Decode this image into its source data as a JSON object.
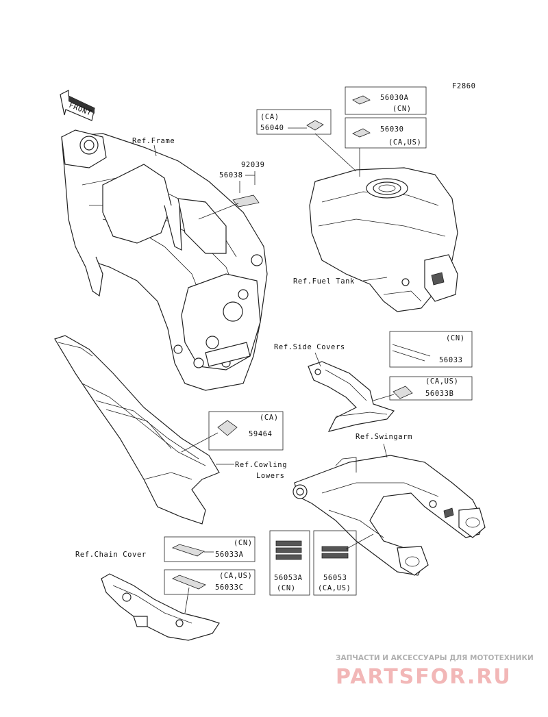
{
  "figure_code": "F2860",
  "front_arrow": "FRONT",
  "refs": {
    "frame": "Ref.Frame",
    "fuel_tank": "Ref.Fuel Tank",
    "side_covers": "Ref.Side Covers",
    "cowling_1": "Ref.Cowling",
    "cowling_2": "Lowers",
    "swingarm": "Ref.Swingarm",
    "chain_cover": "Ref.Chain Cover"
  },
  "parts": {
    "p92039": "92039",
    "p56038": "56038",
    "p56030A": "56030A",
    "p56030A_region": "(CN)",
    "p56040_region": "(CA)",
    "p56040": "56040",
    "p56030": "56030",
    "p56030_region": "(CA,US)",
    "p56033_region": "(CN)",
    "p56033": "56033",
    "p56033B_region": "(CA,US)",
    "p56033B": "56033B",
    "p59464_region": "(CA)",
    "p59464": "59464",
    "p56033A_region": "(CN)",
    "p56033A": "56033A",
    "p56033C_region": "(CA,US)",
    "p56033C": "56033C",
    "p56053A": "56053A",
    "p56053A_region": "(CN)",
    "p56053": "56053",
    "p56053_region": "(CA,US)"
  },
  "watermark": {
    "subtitle": "ЗАПЧАСТИ И АКСЕССУАРЫ ДЛЯ МОТОТЕХНИКИ",
    "site": "PARTSFOR.RU",
    "color": "#e05050"
  }
}
